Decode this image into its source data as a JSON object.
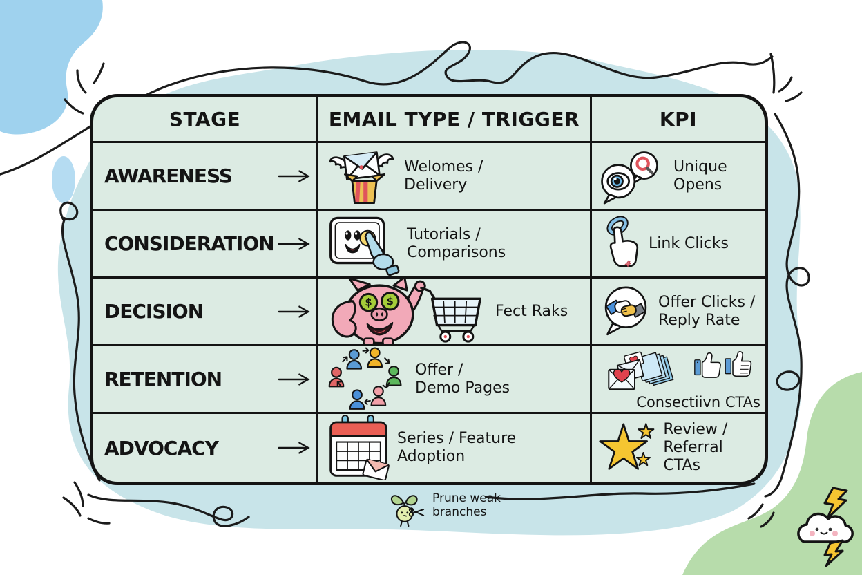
{
  "palette": {
    "mint": "#dcebe3",
    "sky_blue": "#9fd2ee",
    "pale_aqua": "#c8e4e9",
    "leaf_green": "#b7dcab",
    "ink": "#141414",
    "accent_yellow": "#f5c531",
    "accent_red": "#e0545c",
    "accent_blue": "#5b9bd5",
    "pig_pink": "#f2a9b8"
  },
  "table": {
    "headers": [
      "STAGE",
      "EMAIL TYPE / TRIGGER",
      "KPI"
    ],
    "rows": [
      {
        "stage": "AWARENESS",
        "arrow": "→",
        "email_icon": "winged-envelope-gift-icon",
        "email_lines": [
          "Welomes /",
          "Delivery"
        ],
        "kpi_icon": "eye-magnifier-bubbles-icon",
        "kpi_lines": [
          "Unique",
          "Opens"
        ]
      },
      {
        "stage": "CONSIDERATION",
        "arrow": "→",
        "email_icon": "tablet-tap-icon",
        "email_lines": [
          "Tutorials /",
          "Comparisons"
        ],
        "kpi_icon": "link-click-hand-icon",
        "kpi_lines": [
          "Link Clicks",
          ""
        ]
      },
      {
        "stage": "DECISION",
        "arrow": "→",
        "email_icon": "pig-shopping-cart-icon",
        "email_lines": [
          "Fect Raks",
          ""
        ],
        "kpi_icon": "handshake-bubble-icon",
        "kpi_lines": [
          "Offer Clicks /",
          "Reply Rate"
        ]
      },
      {
        "stage": "RETENTION",
        "arrow": "→",
        "email_icon": "people-cycle-icon",
        "email_lines": [
          "Offer /",
          "Demo Pages"
        ],
        "kpi_icon": "mail-hearts-thumbs-icon",
        "kpi_lines": [
          "Consectiivn CTAs"
        ]
      },
      {
        "stage": "ADVOCACY",
        "arrow": "→",
        "email_icon": "calendar-mail-icon",
        "email_lines": [
          "Series / Feature",
          "Adoption"
        ],
        "kpi_icon": "stars-icon",
        "kpi_lines": [
          "Review /",
          "Referral CTAs"
        ]
      }
    ]
  },
  "footer": {
    "note_lines": [
      "Prune weak",
      "branches"
    ],
    "note_icon": "sprout-scissors-icon"
  },
  "decorations": [
    "cloud-lightning-icon",
    "doodle-squiggles",
    "watercolor-blobs"
  ]
}
